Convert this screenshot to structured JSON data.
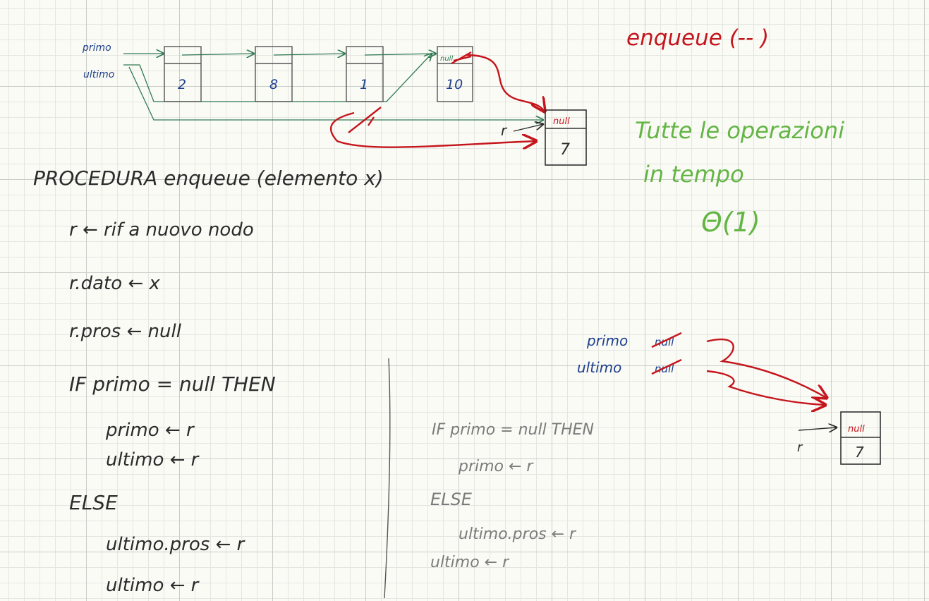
{
  "colors": {
    "pencil": "#2b2b2b",
    "pencil_light": "#7b7b7b",
    "pointer_green": "#2f7a52",
    "label_blue": "#1d3f8c",
    "correction_red": "#c4161c",
    "note_green": "#63b544"
  },
  "title": "enqueue (-- )",
  "queue_diagram": {
    "head_label": "primo",
    "tail_label": "ultimo",
    "nodes": [
      {
        "value": "2",
        "next": ""
      },
      {
        "value": "8",
        "next": ""
      },
      {
        "value": "1",
        "next": ""
      },
      {
        "value": "10",
        "next": "null"
      }
    ],
    "new_node": {
      "pointer": "r",
      "value": "7",
      "next": "null"
    }
  },
  "note": {
    "line1": "Tutte le operazioni",
    "line2": "in tempo",
    "complexity": "Θ(1)"
  },
  "procedure": {
    "header": "PROCEDURA enqueue (elemento x)",
    "lines": [
      "r ← rif a nuovo nodo",
      "r.dato ← x",
      "r.pros ← null",
      "IF primo = null THEN",
      "primo ← r",
      "ultimo ← r",
      "ELSE",
      "ultimo.pros ← r",
      "ultimo ← r"
    ]
  },
  "alternative": {
    "lines": [
      "IF primo = null THEN",
      "primo ← r",
      "ELSE",
      "ultimo.pros ← r",
      "ultimo ← r"
    ]
  },
  "empty_case": {
    "head_label": "primo",
    "tail_label": "ultimo",
    "struck_value": "null",
    "pointer": "r",
    "node_next": "null",
    "node_value": "7"
  }
}
